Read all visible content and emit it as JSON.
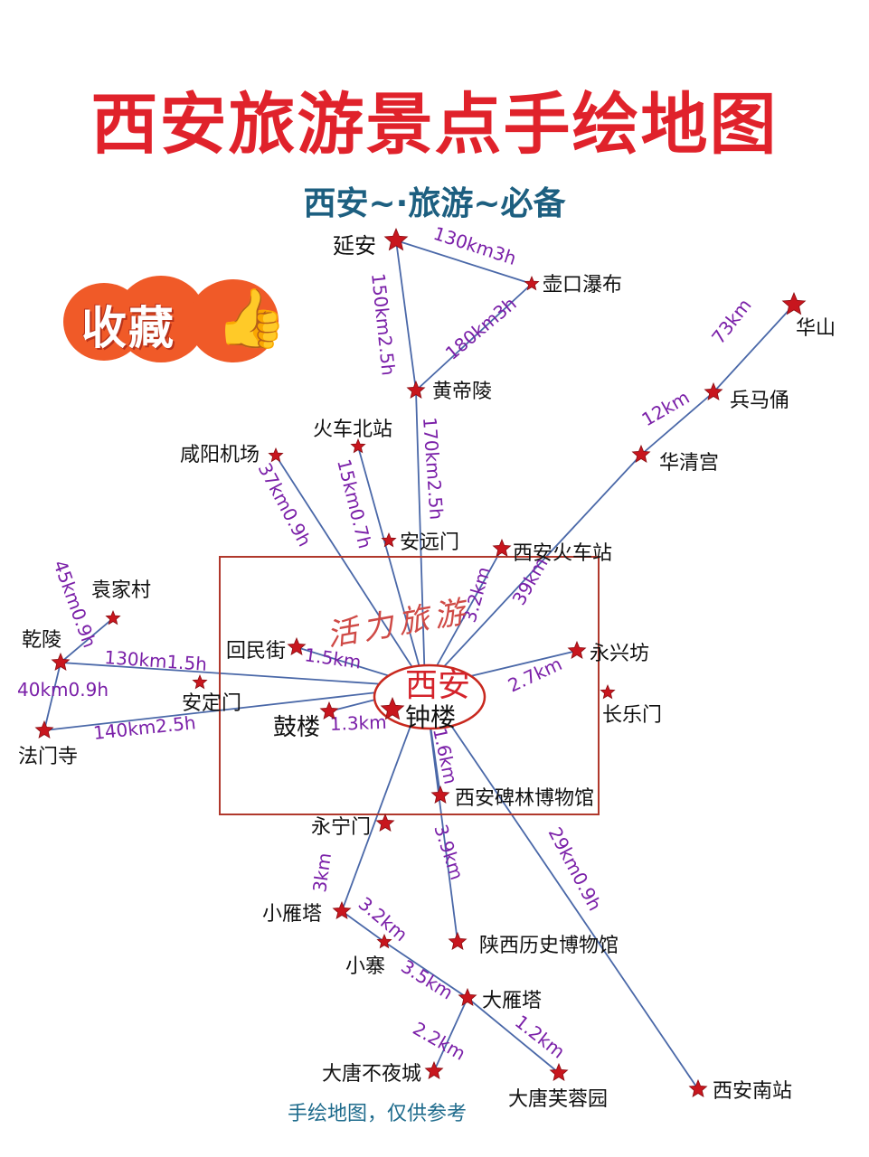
{
  "title": "西安旅游景点手绘地图",
  "subtitle": "西安~·旅游~必备",
  "badge": {
    "label": "收藏",
    "emoji": "👍"
  },
  "brush_text": "活力旅游",
  "footer": "手绘地图，仅供参考",
  "center_label": "西安",
  "colors": {
    "title": "#e0222b",
    "subtitle": "#1d5f80",
    "route_line": "#4a68a8",
    "distance_label": "#7a1fa8",
    "star": "#c8161e",
    "city_box": "#b0382c"
  },
  "places": [
    {
      "id": "yanan",
      "name": "延安",
      "size": "big"
    },
    {
      "id": "hukou",
      "name": "壶口瀑布",
      "size": "small"
    },
    {
      "id": "huangdi",
      "name": "黄帝陵",
      "size": "mid"
    },
    {
      "id": "huashan",
      "name": "华山",
      "size": "big"
    },
    {
      "id": "bingma",
      "name": "兵马俑",
      "size": "mid"
    },
    {
      "id": "huaqing",
      "name": "华清宫",
      "size": "mid"
    },
    {
      "id": "beizhan",
      "name": "火车北站",
      "size": "small"
    },
    {
      "id": "xianyang",
      "name": "咸阳机场",
      "size": "small"
    },
    {
      "id": "anyuan",
      "name": "安远门",
      "size": "small"
    },
    {
      "id": "huochezhan",
      "name": "西安火车站",
      "size": "mid"
    },
    {
      "id": "yuanjia",
      "name": "袁家村",
      "size": "small"
    },
    {
      "id": "qianling",
      "name": "乾陵",
      "size": "mid"
    },
    {
      "id": "huimin",
      "name": "回民街",
      "size": "mid"
    },
    {
      "id": "yongxing",
      "name": "永兴坊",
      "size": "mid"
    },
    {
      "id": "anding",
      "name": "安定门",
      "size": "small"
    },
    {
      "id": "changle",
      "name": "长乐门",
      "size": "small"
    },
    {
      "id": "famen",
      "name": "法门寺",
      "size": "mid"
    },
    {
      "id": "gulou",
      "name": "鼓楼",
      "size": "mid"
    },
    {
      "id": "zhonglou",
      "name": "钟楼",
      "size": "big"
    },
    {
      "id": "beilin",
      "name": "西安碑林博物馆",
      "size": "mid"
    },
    {
      "id": "yongning",
      "name": "永宁门",
      "size": "mid"
    },
    {
      "id": "xiaoyan",
      "name": "小雁塔",
      "size": "mid"
    },
    {
      "id": "shaanxi",
      "name": "陕西历史博物馆",
      "size": "mid"
    },
    {
      "id": "xiaozhai",
      "name": "小寨",
      "size": "small"
    },
    {
      "id": "dayan",
      "name": "大雁塔",
      "size": "mid"
    },
    {
      "id": "budiye",
      "name": "大唐不夜城",
      "size": "mid"
    },
    {
      "id": "furong",
      "name": "大唐芙蓉园",
      "size": "mid"
    },
    {
      "id": "nanzhan",
      "name": "西安南站",
      "size": "mid"
    }
  ],
  "routes": [
    {
      "from": "yanan",
      "to": "hukou",
      "label": "130km3h"
    },
    {
      "from": "yanan",
      "to": "huangdi",
      "label": "150km2.5h"
    },
    {
      "from": "hukou",
      "to": "huangdi",
      "label": "180km3h"
    },
    {
      "from": "huangdi",
      "to": "center",
      "label": "170km2.5h"
    },
    {
      "from": "huashan",
      "to": "bingma",
      "label": "73km"
    },
    {
      "from": "bingma",
      "to": "huaqing",
      "label": "12km"
    },
    {
      "from": "huaqing",
      "to": "center",
      "label": "39km"
    },
    {
      "from": "xianyang",
      "to": "center",
      "label": "37km0.9h"
    },
    {
      "from": "beizhan",
      "to": "center",
      "label": "15km0.7h"
    },
    {
      "from": "huochezhan",
      "to": "center",
      "label": "3.2km"
    },
    {
      "from": "yongxing",
      "to": "center",
      "label": "2.7km"
    },
    {
      "from": "qianling",
      "to": "yuanjia",
      "label": "45km0.9h"
    },
    {
      "from": "qianling",
      "to": "famen",
      "label": "40km0.9h"
    },
    {
      "from": "qianling",
      "to": "center",
      "label": "130km1.5h"
    },
    {
      "from": "famen",
      "to": "center",
      "label": "140km2.5h"
    },
    {
      "from": "huimin",
      "to": "center",
      "label": "1.5km"
    },
    {
      "from": "gulou",
      "to": "center",
      "label": "1.3km"
    },
    {
      "from": "beilin",
      "to": "center",
      "label": "1.6km"
    },
    {
      "from": "xiaoyan",
      "to": "center",
      "label": "3km"
    },
    {
      "from": "shaanxi",
      "to": "center",
      "label": "3.9km"
    },
    {
      "from": "nanzhan",
      "to": "center",
      "label": "29km0.9h"
    },
    {
      "from": "xiaoyan",
      "to": "xiaozhai",
      "label": "3.2km"
    },
    {
      "from": "xiaozhai",
      "to": "dayan",
      "label": "3.5km"
    },
    {
      "from": "dayan",
      "to": "budiye",
      "label": "2.2km"
    },
    {
      "from": "dayan",
      "to": "furong",
      "label": "1.2km"
    }
  ]
}
